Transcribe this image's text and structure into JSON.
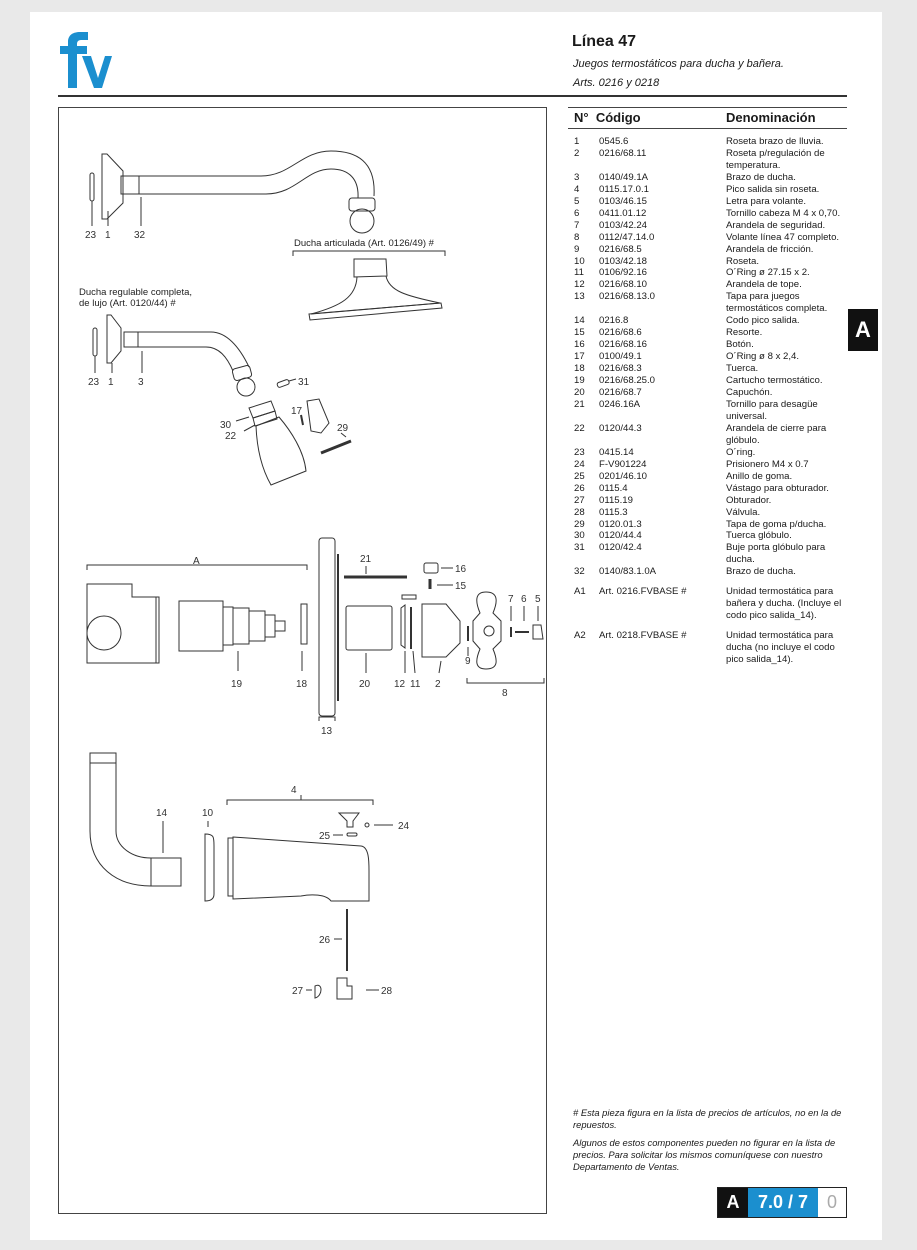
{
  "colors": {
    "brand_blue": "#1b8fcf",
    "tab_black": "#111111"
  },
  "logo": {
    "text": "fv"
  },
  "header": {
    "title": "Línea 47",
    "subtitle": "Juegos termostáticos para ducha y bañera.",
    "articles": "Arts. 0216 y 0218"
  },
  "table": {
    "headers": {
      "num": "N°",
      "code": "Código",
      "desc": "Denominación"
    },
    "rows": [
      {
        "n": "1",
        "code": "0545.6",
        "desc": "Roseta brazo de lluvia."
      },
      {
        "n": "2",
        "code": "0216/68.11",
        "desc": "Roseta p/regulación de temperatura."
      },
      {
        "n": "3",
        "code": "0140/49.1A",
        "desc": "Brazo de ducha."
      },
      {
        "n": "4",
        "code": "0115.17.0.1",
        "desc": "Pico salida sin roseta."
      },
      {
        "n": "5",
        "code": "0103/46.15",
        "desc": "Letra para volante."
      },
      {
        "n": "6",
        "code": "0411.01.12",
        "desc": "Tornillo cabeza M 4 x 0,70."
      },
      {
        "n": "7",
        "code": "0103/42.24",
        "desc": "Arandela de seguridad."
      },
      {
        "n": "8",
        "code": "0112/47.14.0",
        "desc": "Volante línea 47 completo."
      },
      {
        "n": "9",
        "code": "0216/68.5",
        "desc": "Arandela de fricción."
      },
      {
        "n": "10",
        "code": "0103/42.18",
        "desc": "Roseta."
      },
      {
        "n": "11",
        "code": "0106/92.16",
        "desc": "O´Ring ø 27.15 x 2."
      },
      {
        "n": "12",
        "code": "0216/68.10",
        "desc": "Arandela de tope."
      },
      {
        "n": "13",
        "code": "0216/68.13.0",
        "desc": "Tapa para juegos termostáticos completa."
      },
      {
        "n": "14",
        "code": "0216.8",
        "desc": "Codo pico salida."
      },
      {
        "n": "15",
        "code": "0216/68.6",
        "desc": "Resorte."
      },
      {
        "n": "16",
        "code": "0216/68.16",
        "desc": "Botón."
      },
      {
        "n": "17",
        "code": "0100/49.1",
        "desc": "O´Ring ø 8 x 2,4."
      },
      {
        "n": "18",
        "code": "0216/68.3",
        "desc": "Tuerca."
      },
      {
        "n": "19",
        "code": "0216/68.25.0",
        "desc": "Cartucho termostático."
      },
      {
        "n": "20",
        "code": "0216/68.7",
        "desc": "Capuchón."
      },
      {
        "n": "21",
        "code": "0246.16A",
        "desc": "Tornillo para desagüe universal."
      },
      {
        "n": "22",
        "code": "0120/44.3",
        "desc": "Arandela de cierre para glóbulo."
      },
      {
        "n": "23",
        "code": "0415.14",
        "desc": "O´ring."
      },
      {
        "n": "24",
        "code": "F-V901224",
        "desc": "Prisionero M4 x 0.7"
      },
      {
        "n": "25",
        "code": "0201/46.10",
        "desc": "Anillo de goma."
      },
      {
        "n": "26",
        "code": "0115.4",
        "desc": "Vástago para obturador."
      },
      {
        "n": "27",
        "code": "0115.19",
        "desc": "Obturador."
      },
      {
        "n": "28",
        "code": "0115.3",
        "desc": "Válvula."
      },
      {
        "n": "29",
        "code": "0120.01.3",
        "desc": "Tapa de goma p/ducha."
      },
      {
        "n": "30",
        "code": "0120/44.4",
        "desc": "Tuerca glóbulo."
      },
      {
        "n": "31",
        "code": "0120/42.4",
        "desc": "Buje porta glóbulo para ducha."
      },
      {
        "n": "32",
        "code": "0140/83.1.0A",
        "desc": "Brazo de ducha."
      },
      {
        "n": "A1",
        "code": "Art. 0216.FVBASE #",
        "desc": "Unidad termostática para bañera y ducha. (Incluye el codo pico salida_14)."
      },
      {
        "n": "A2",
        "code": "Art. 0218.FVBASE #",
        "desc": "Unidad termostática para ducha (no incluye el codo pico salida_14)."
      }
    ]
  },
  "side_tab": {
    "letter": "A"
  },
  "diagram": {
    "captions": {
      "articulated": "Ducha articulada (Art. 0126/49) #",
      "adjustable_line1": "Ducha regulable completa,",
      "adjustable_line2": "de lujo (Art. 0120/44) #"
    },
    "labels": {
      "l23a": "23",
      "l1a": "1",
      "l32": "32",
      "l23b": "23",
      "l1b": "1",
      "l3": "3",
      "l31": "31",
      "l17": "17",
      "l30": "30",
      "l22": "22",
      "l29": "29",
      "lA": "A",
      "l19": "19",
      "l18": "18",
      "l13": "13",
      "l21": "21",
      "l16": "16",
      "l15": "15",
      "l20": "20",
      "l12": "12",
      "l11": "11",
      "l2": "2",
      "l9": "9",
      "l7": "7",
      "l6": "6",
      "l5": "5",
      "l8": "8",
      "l14": "14",
      "l10": "10",
      "l4": "4",
      "l24": "24",
      "l25": "25",
      "l26": "26",
      "l27": "27",
      "l28": "28"
    }
  },
  "notes": {
    "note1": "# Esta pieza figura en la lista de precios de artículos, no en la de repuestos.",
    "note2": "Algunos de estos componentes pueden no figurar en la lista de precios. Para solicitar los mismos comuníquese con nuestro Departamento de Ventas."
  },
  "page_badge": {
    "section": "A",
    "page": "7.0 / 7",
    "rev": "0"
  }
}
